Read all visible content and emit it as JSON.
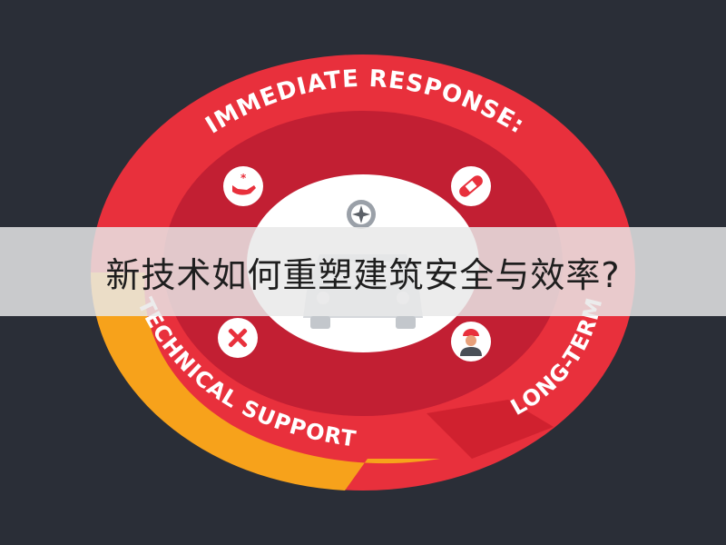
{
  "diagram": {
    "ring_labels": {
      "top": "IMMEDIATE RESPONSE:",
      "right": "LONG-TERM",
      "left": "TECHNICAL SUPPORT"
    },
    "icons": [
      "hand-icon",
      "bandage-icon",
      "tools-icon",
      "worker-icon",
      "compass-icon",
      "car-icon"
    ],
    "colors": {
      "ring_red": "#e8303c",
      "ring_orange": "#f7a21b",
      "inner_red": "#c21f33",
      "white": "#ffffff",
      "background": "#2a2e37"
    }
  },
  "overlay": {
    "title": "新技术如何重塑建筑安全与效率?"
  }
}
